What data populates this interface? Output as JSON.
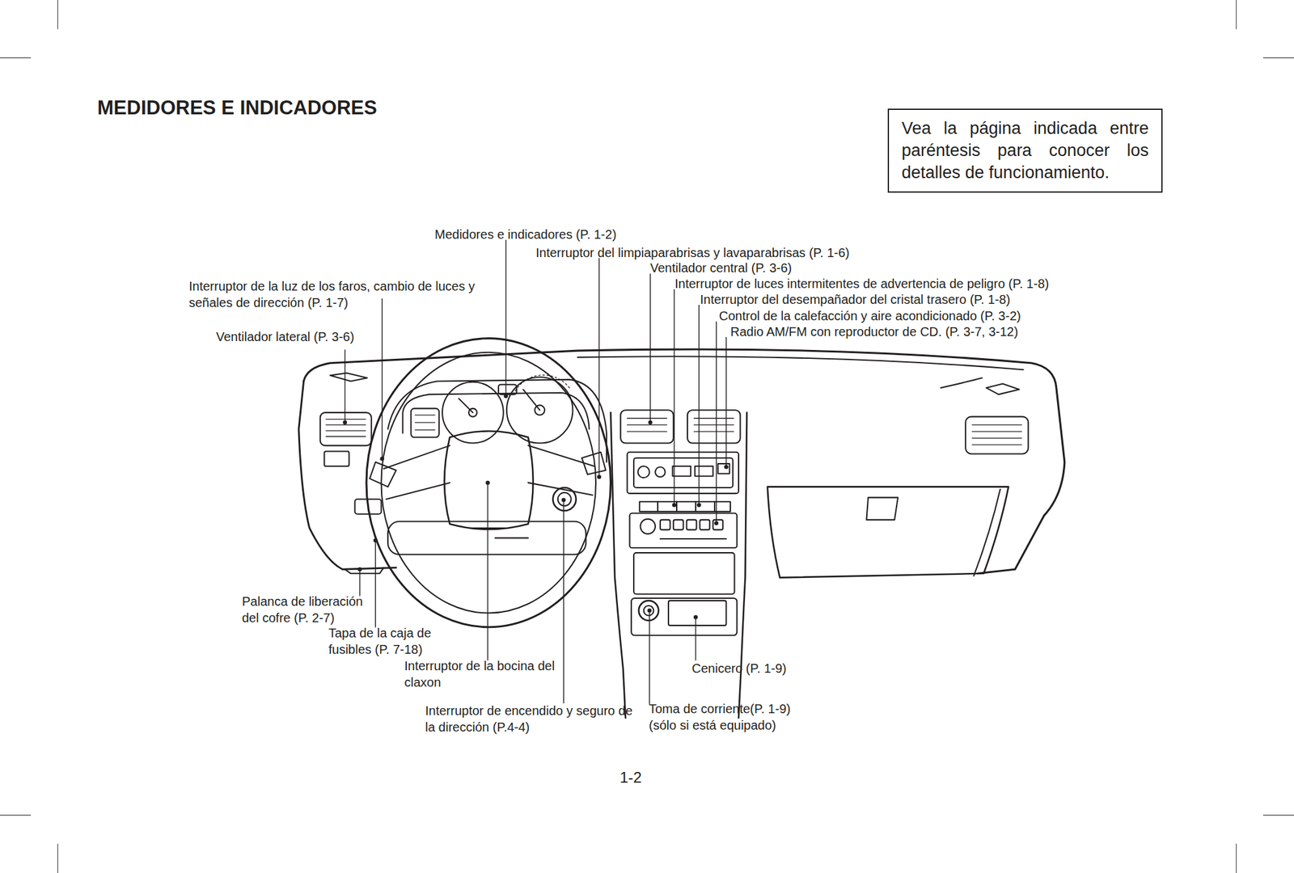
{
  "diagram": {
    "title": "MEDIDORES E INDICADORES",
    "nodes": [
      {
        "text": [
          "Vea la página indicada entre paréntesis para conocer los detalles de funcionamiento."
        ]
      }
    ],
    "labels": [
      "Medidores e indicadores (P. 1-2)",
      "Interruptor del limpiaparabrisas y lavaparabrisas (P. 1-6)",
      "Ventilador central (P. 3-6)",
      "Interruptor de luces intermitentes de advertencia de peligro (P. 1-8)",
      "Interruptor del desempañador del cristal trasero (P. 1-8)",
      "Control de la calefacción y aire acondicionado (P. 3-2)",
      "Radio AM/FM con reproductor de CD. (P. 3-7, 3-12)",
      "Interruptor de la luz de los faros, cambio de luces y señales de dirección (P. 1-7)",
      "Ventilador lateral (P. 3-6)",
      "Palanca de liberación del cofre (P. 2-7)",
      "Tapa de la caja de fusibles (P. 7-18)",
      "Interruptor de la bocina del claxon",
      "Interruptor de encendido y seguro de la dirección (P.4-4)",
      "Cenicero (P. 1-9)",
      "Toma de corriente(P. 1-9) (sólo si está equipado)",
      "1-2"
    ]
  }
}
